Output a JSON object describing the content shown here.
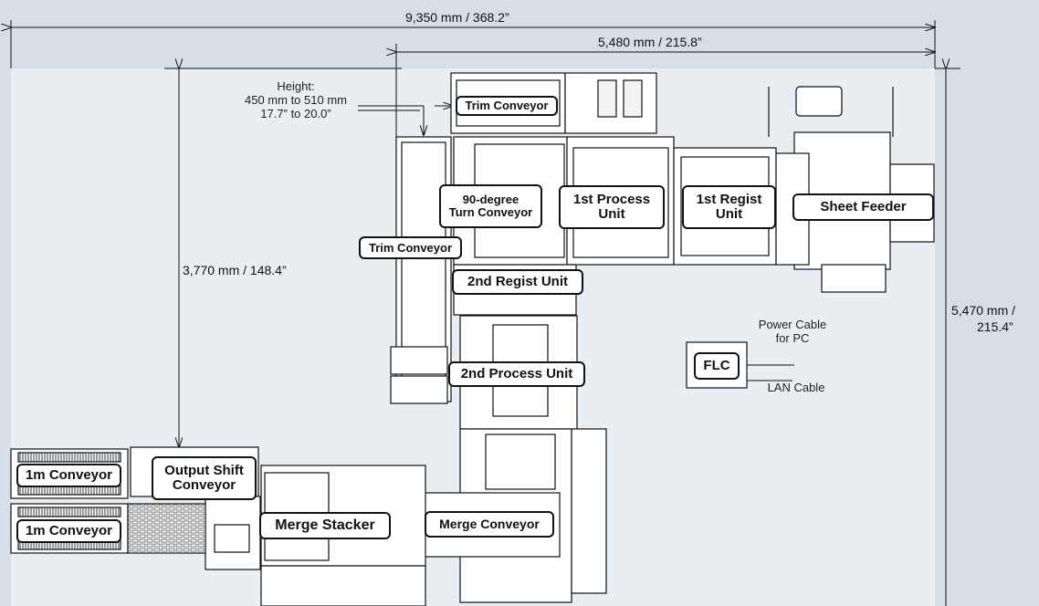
{
  "dimensions": {
    "total_width": "9,350 mm / 368.2”",
    "feeder_width": "5,480 mm / 215.8”",
    "left_height": "3,770 mm / 148.4”",
    "right_height_line1": "5,470 mm /",
    "right_height_line2": "215.4”"
  },
  "height_note": {
    "line1": "Height:",
    "line2": "450 mm to 510 mm",
    "line3": "17.7” to 20.0”"
  },
  "units": {
    "trim_conveyor_top": "Trim Conveyor",
    "turn_conveyor_line1": "90-degree",
    "turn_conveyor_line2": "Turn Conveyor",
    "first_process_line1": "1st Process",
    "first_process_line2": "Unit",
    "first_regist_line1": "1st Regist",
    "first_regist_line2": "Unit",
    "sheet_feeder": "Sheet Feeder",
    "trim_conveyor_left": "Trim Conveyor",
    "second_regist": "2nd Regist Unit",
    "second_process": "2nd Process Unit",
    "flc": "FLC",
    "output_shift_line1": "Output Shift",
    "output_shift_line2": "Conveyor",
    "conveyor_1m_top": "1m Conveyor",
    "conveyor_1m_bottom": "1m Conveyor",
    "merge_stacker": "Merge Stacker",
    "merge_conveyor": "Merge Conveyor"
  },
  "cables": {
    "power_line1": "Power Cable",
    "power_line2": "for PC",
    "lan": "LAN Cable"
  },
  "colors": {
    "background_band": "#d6dfe6",
    "floor_area": "#e9eef2",
    "machine_fill": "#ffffff",
    "line": "#111111"
  }
}
